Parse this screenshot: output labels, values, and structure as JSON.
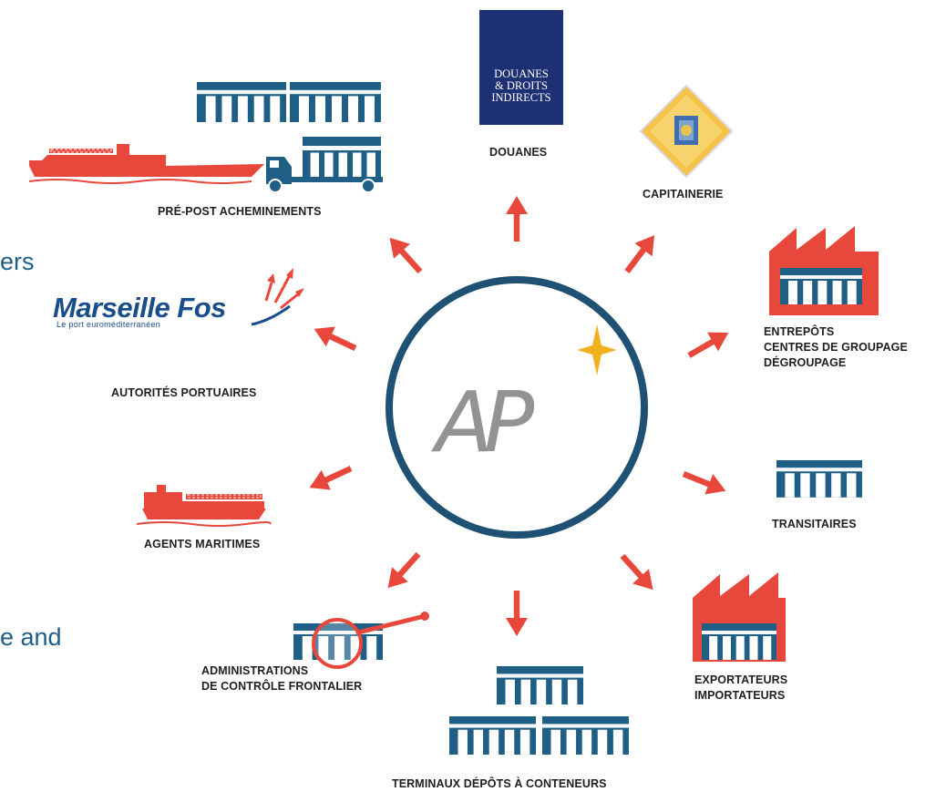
{
  "hub": {
    "logo_text": "AP"
  },
  "nodes": {
    "douanes": {
      "label": "DOUANES"
    },
    "capitainerie": {
      "label": "CAPITAINERIE"
    },
    "entrepots": {
      "label_line1": "ENTREPÔTS",
      "label_line2": "CENTRES DE GROUPAGE",
      "label_line3": "DÉGROUPAGE"
    },
    "transitaires": {
      "label": "TRANSITAIRES"
    },
    "exportateurs": {
      "label_line1": "EXPORTATEURS",
      "label_line2": "IMPORTATEURS"
    },
    "terminaux": {
      "label": "TERMINAUX DÉPÔTS À CONTENEURS"
    },
    "administrations": {
      "label_line1": "ADMINISTRATIONS",
      "label_line2": "DE CONTRÔLE FRONTALIER"
    },
    "agents": {
      "label": "AGENTS MARITIMES"
    },
    "autorites": {
      "label": "AUTORITÉS PORTUAIRES"
    },
    "pre_post": {
      "label": "PRÉ-POST ACHEMINEMENTS"
    }
  },
  "logos": {
    "douanes": {
      "line1": "DOUANES",
      "line2": "& DROITS",
      "line3": "INDIRECTS"
    },
    "marseille_fos": {
      "name": "Marseille Fos",
      "tagline": "Le port euroméditerranéen"
    }
  },
  "text_fragments": {
    "upper": "ers",
    "lower": "e  and"
  },
  "colors": {
    "accent": "#e8483b",
    "container_blue": "#1f5f86",
    "hub_ring": "#1e5173",
    "body_text_blue": "#1b5e88",
    "star_yellow": "#f2b21f"
  },
  "icons": [
    "arrow-icon",
    "container-icon",
    "ship-icon",
    "truck-icon",
    "factory-icon",
    "magnifier-icon",
    "seal-icon",
    "capitainerie-badge-icon",
    "star-icon"
  ]
}
